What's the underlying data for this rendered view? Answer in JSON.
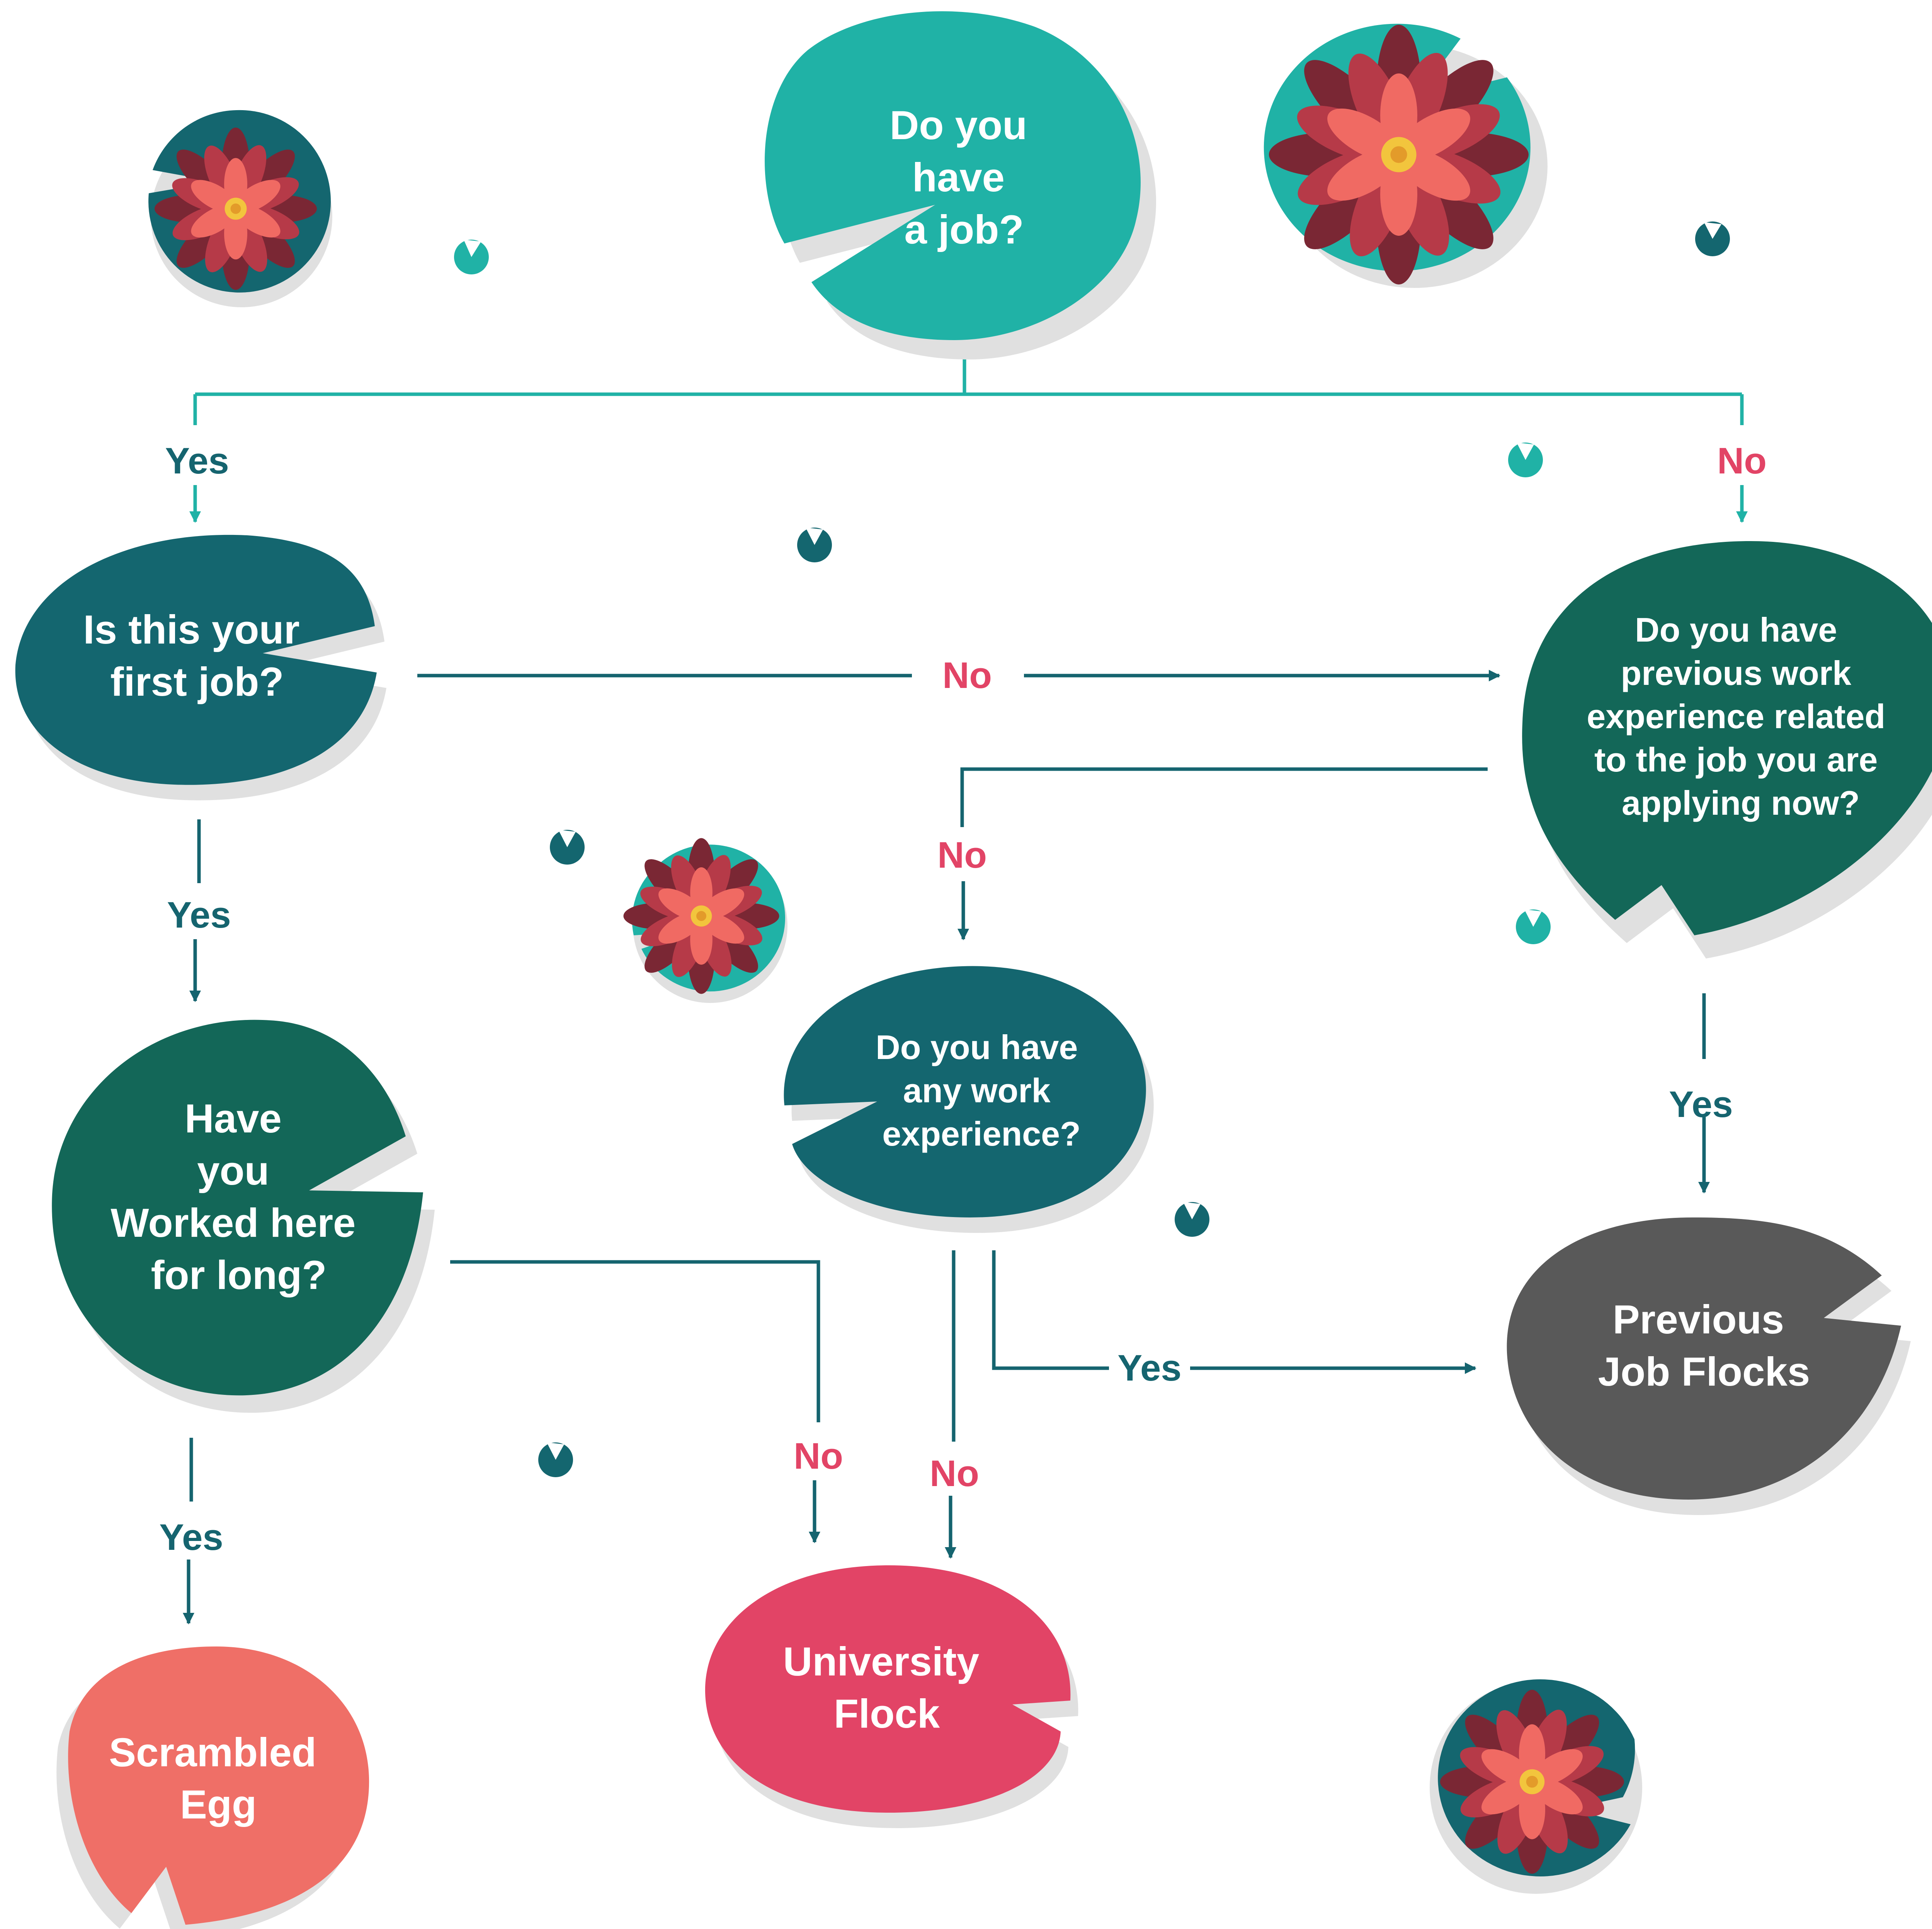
{
  "colors": {
    "teal": "#20b2a6",
    "dark_teal": "#14666f",
    "forest": "#136758",
    "gray": "#595959",
    "pink": "#e24466",
    "salmon": "#ef6f67",
    "shadow": "#e0e0e0",
    "connector_teal": "#20b2a6",
    "connector_dark": "#15646f",
    "yes_label": "#15646f",
    "no_label": "#e24466"
  },
  "nodes": {
    "start": {
      "lines": [
        "Do you",
        "have",
        "a job?"
      ]
    },
    "first_job": {
      "lines": [
        "Is this your",
        "first job?"
      ]
    },
    "worked_long": {
      "lines": [
        "Have",
        "you",
        "Worked here",
        "for long?"
      ]
    },
    "related_exp": {
      "lines": [
        "Do you have",
        "previous work",
        "experience related",
        "to the job you are",
        "applying now?"
      ]
    },
    "any_exp": {
      "lines": [
        "Do you have",
        "any work",
        "experience?"
      ]
    },
    "previous_job_flocks": {
      "lines": [
        "Previous",
        "Job Flocks"
      ]
    },
    "university_flock": {
      "lines": [
        "University",
        "Flock"
      ]
    },
    "scrambled_egg": {
      "lines": [
        "Scrambled",
        "Egg"
      ]
    }
  },
  "edges": {
    "start_yes": "Yes",
    "start_no": "No",
    "first_job_no": "No",
    "first_job_yes": "Yes",
    "related_no": "No",
    "related_yes": "Yes",
    "worked_long_no": "No",
    "worked_long_yes": "Yes",
    "any_exp_no": "No",
    "any_exp_yes": "Yes"
  },
  "decorations": [
    "lotus-flower-icon",
    "lily-bud-icon"
  ]
}
